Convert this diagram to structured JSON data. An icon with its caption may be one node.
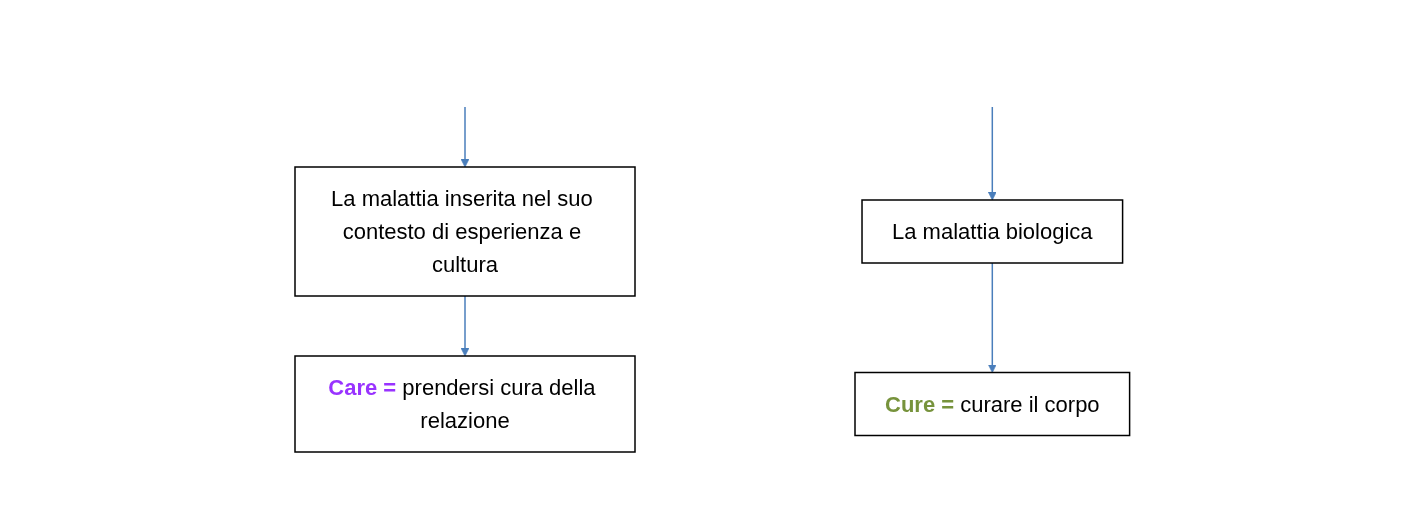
{
  "diagram": {
    "nodes": [
      {
        "text": [
          "La malattia inserita nel suo contesto di esperienza e cultura"
        ]
      },
      {
        "text": [
          "La malattia biologica"
        ]
      },
      {
        "text": [
          "**Care =** prendersi cura della relazione"
        ]
      },
      {
        "text": [
          "**Cure =** curare il corpo"
        ]
      }
    ],
    "edges": [
      {
        "from": null,
        "to": 0,
        "arrow": "to"
      },
      {
        "from": null,
        "to": 1,
        "arrow": "to"
      },
      {
        "from": 0,
        "to": 2,
        "arrow": "to"
      },
      {
        "from": 1,
        "to": 3,
        "arrow": "to"
      }
    ]
  }
}
